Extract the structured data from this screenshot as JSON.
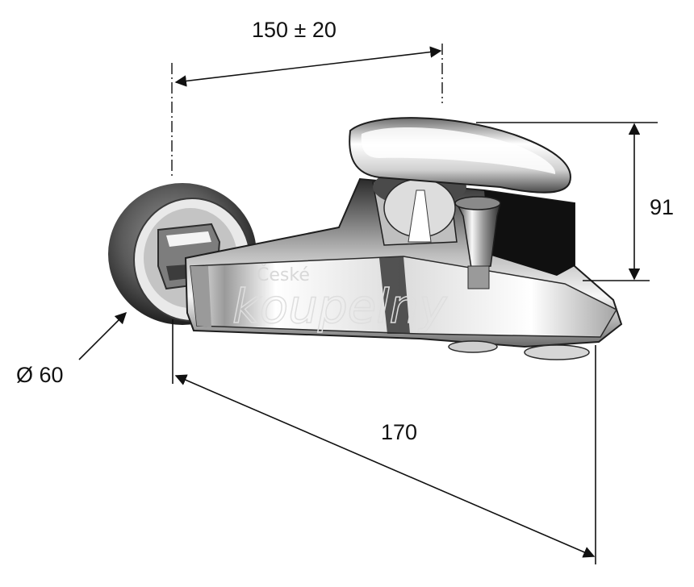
{
  "dimensions": {
    "spacing": "150 ± 20",
    "height": "91",
    "diameter": "Ø 60",
    "projection": "170"
  },
  "watermark": {
    "line1": "České",
    "line2": "koupelny"
  },
  "colors": {
    "chrome_dark": "#1a1a1a",
    "chrome_mid": "#8a8a8a",
    "chrome_light": "#f4f4f4",
    "line": "#111111"
  }
}
